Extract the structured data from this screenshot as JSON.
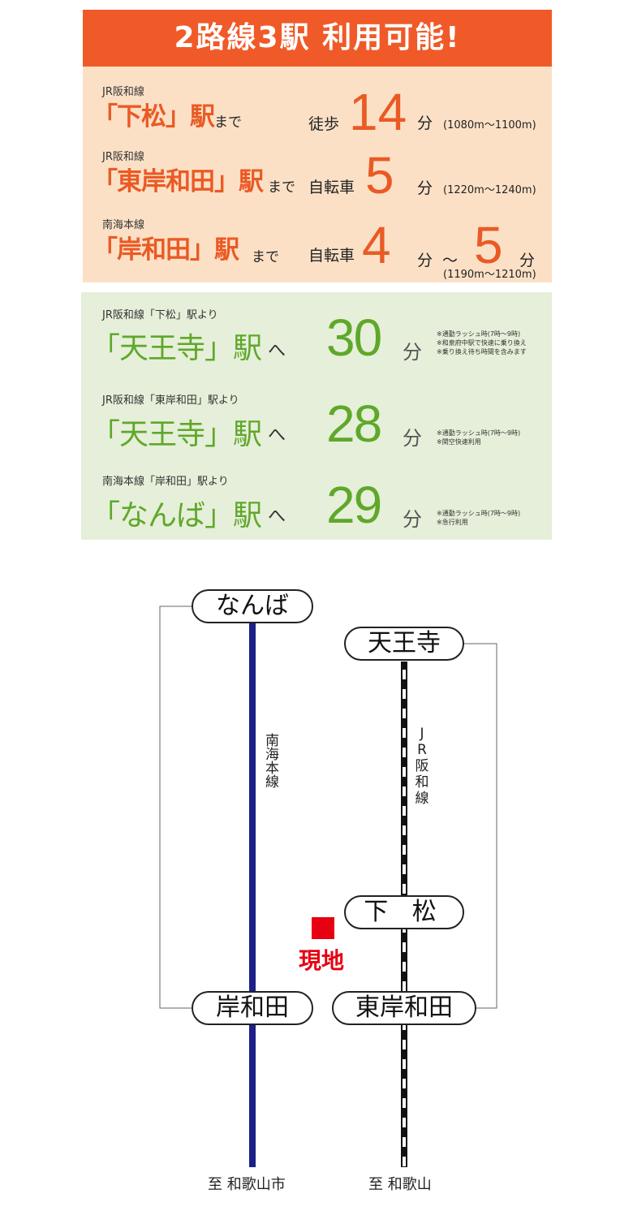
{
  "header": {
    "title": "2路線3駅 利用可能!"
  },
  "access": [
    {
      "line": "JR阪和線",
      "station": "「下松」駅",
      "made": "まで",
      "mode": "徒歩",
      "min1": "14",
      "fun1": "分",
      "dist": "(1080m〜1100m)"
    },
    {
      "line": "JR阪和線",
      "station": "「東岸和田」駅",
      "made": "まで",
      "mode": "自転車",
      "min1": "5",
      "fun1": "分",
      "dist": "(1220m〜1240m)"
    },
    {
      "line": "南海本線",
      "station": "「岸和田」駅",
      "made": "まで",
      "mode": "自転車",
      "min1": "4",
      "fun1": "分",
      "tilde": "〜",
      "min2": "5",
      "fun2": "分",
      "dist": "(1190m〜1210m)"
    }
  ],
  "commute": [
    {
      "from": "JR阪和線「下松」駅より",
      "station": "「天王寺」駅",
      "he": "へ",
      "min": "30",
      "fun": "分",
      "notes": [
        "※通勤ラッシュ時(7時〜9時)",
        "※和泉府中駅で快速に乗り換え",
        "※乗り換え待ち時間を含みます"
      ]
    },
    {
      "from": "JR阪和線「東岸和田」駅より",
      "station": "「天王寺」駅",
      "he": "へ",
      "min": "28",
      "fun": "分",
      "notes": [
        "※通勤ラッシュ時(7時〜9時)",
        "※関空快速利用"
      ]
    },
    {
      "from": "南海本線「岸和田」駅より",
      "station": "「なんば」駅",
      "he": "へ",
      "min": "29",
      "fun": "分",
      "notes": [
        "※通勤ラッシュ時(7時〜9時)",
        "※急行利用"
      ]
    }
  ],
  "map": {
    "stations": {
      "namba": "なんば",
      "tennoji": "天王寺",
      "shimomatsu": "下 松",
      "kishiwada": "岸和田",
      "higashikishiwada": "東岸和田"
    },
    "lines": {
      "nankai": "南海本線",
      "jr": [
        "J",
        "R",
        "阪",
        "和",
        "線"
      ]
    },
    "site_label": "現地",
    "dest_nankai": "至 和歌山市",
    "dest_jr": "至 和歌山",
    "colors": {
      "nankai": "#1d2088",
      "site": "#e60012",
      "jr": "#111111"
    }
  }
}
